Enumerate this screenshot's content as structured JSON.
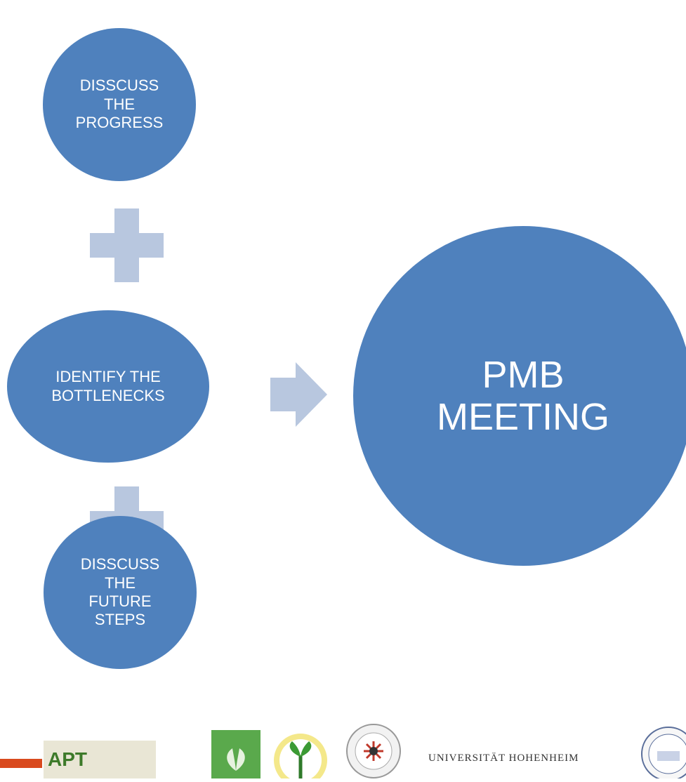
{
  "nodes": {
    "progress": "DISSCUSS THE PROGRESS",
    "bottlenecks": "IDENTIFY THE BOTTLENECKS",
    "future": "DISSCUSS THE FUTURE STEPS",
    "result": "PMB MEETING"
  },
  "logos": {
    "apt": "APT",
    "hohenheim": "UNIVERSITÄT HOHENHEIM"
  },
  "colors": {
    "circle": "#4f81bd",
    "operator": "#b8c7df",
    "text": "#ffffff"
  }
}
